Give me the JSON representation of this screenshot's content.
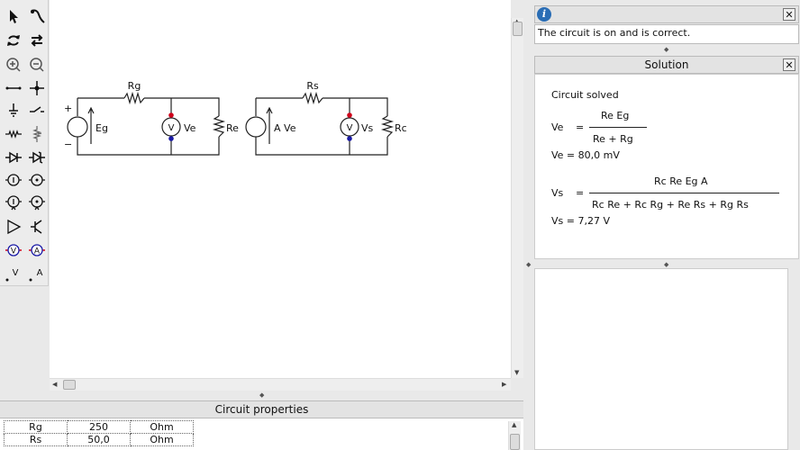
{
  "toolbar": {
    "tools": [
      "pointer-icon",
      "probe-icon",
      "rotate-icon",
      "flip-icon",
      "zoom-in-icon",
      "zoom-out-icon",
      "wire-icon",
      "node-icon",
      "ground-icon",
      "switch-icon",
      "resistor-icon",
      "variable-resistor-icon",
      "diode-icon",
      "zener-icon",
      "voltage-source-icon",
      "current-source-icon",
      "controlled-voltage-source-icon",
      "controlled-current-source-icon",
      "opamp-icon",
      "transistor-icon",
      "voltmeter-icon",
      "ammeter-icon",
      "voltage-label-icon",
      "current-label-icon"
    ],
    "v_label": "V",
    "a_label": "A"
  },
  "circuit": {
    "rg": "Rg",
    "rs": "Rs",
    "eg": "Eg",
    "ve": "Ve",
    "re": "Re",
    "ave": "A Ve",
    "vs": "Vs",
    "rc": "Rc",
    "plus": "+",
    "minus": "−",
    "v": "V"
  },
  "properties": {
    "title": "Circuit properties",
    "rows": [
      [
        "Rg",
        "250",
        "Ohm"
      ],
      [
        "Rs",
        "50,0",
        "Ohm"
      ]
    ]
  },
  "message": {
    "text": "The circuit is on and is correct."
  },
  "solution": {
    "title": "Solution",
    "status": "Circuit solved",
    "ve_lhs": "Ve",
    "eq": "=",
    "ve_num": "Re Eg",
    "ve_den": "Re  +  Rg",
    "ve_val": "Ve   =   80,0 mV",
    "vs_lhs": "Vs",
    "vs_num": "Rc Re Eg A",
    "vs_den": "Rc Re   +   Rc Rg   +   Re Rs   +   Rg Rs",
    "vs_val": "Vs   =   7,27 V"
  },
  "colors": {
    "probe_positive": "#d0021b",
    "probe_negative": "#1a1aa6",
    "info": "#2a6db5"
  }
}
